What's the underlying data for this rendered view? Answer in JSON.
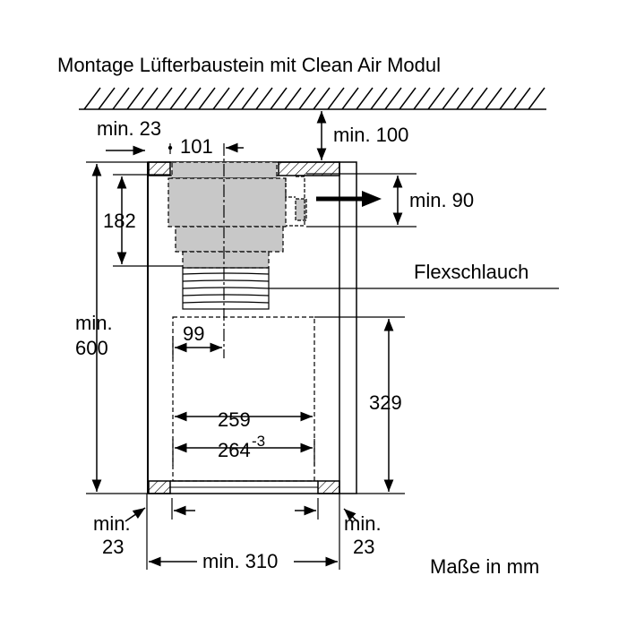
{
  "title": "Montage Lüfterbaustein mit Clean Air Modul",
  "labels": {
    "min_23_top": "min. 23",
    "dim_101": "101",
    "min_100": "min. 100",
    "min_90": "min. 90",
    "dim_182": "182",
    "flexschlauch": "Flexschlauch",
    "min_label": "min.",
    "dim_600": "600",
    "dim_99": "99",
    "dim_329": "329",
    "dim_259": "259",
    "dim_264": "264",
    "tolerance": "-3",
    "min_23_left_1": "min.",
    "min_23_left_2": "23",
    "min_23_right_1": "min.",
    "min_23_right_2": "23",
    "min_310": "min. 310",
    "unit_note": "Maße in mm"
  },
  "colors": {
    "line": "#000000",
    "module_fill": "#c8c8c8",
    "background": "#ffffff"
  }
}
